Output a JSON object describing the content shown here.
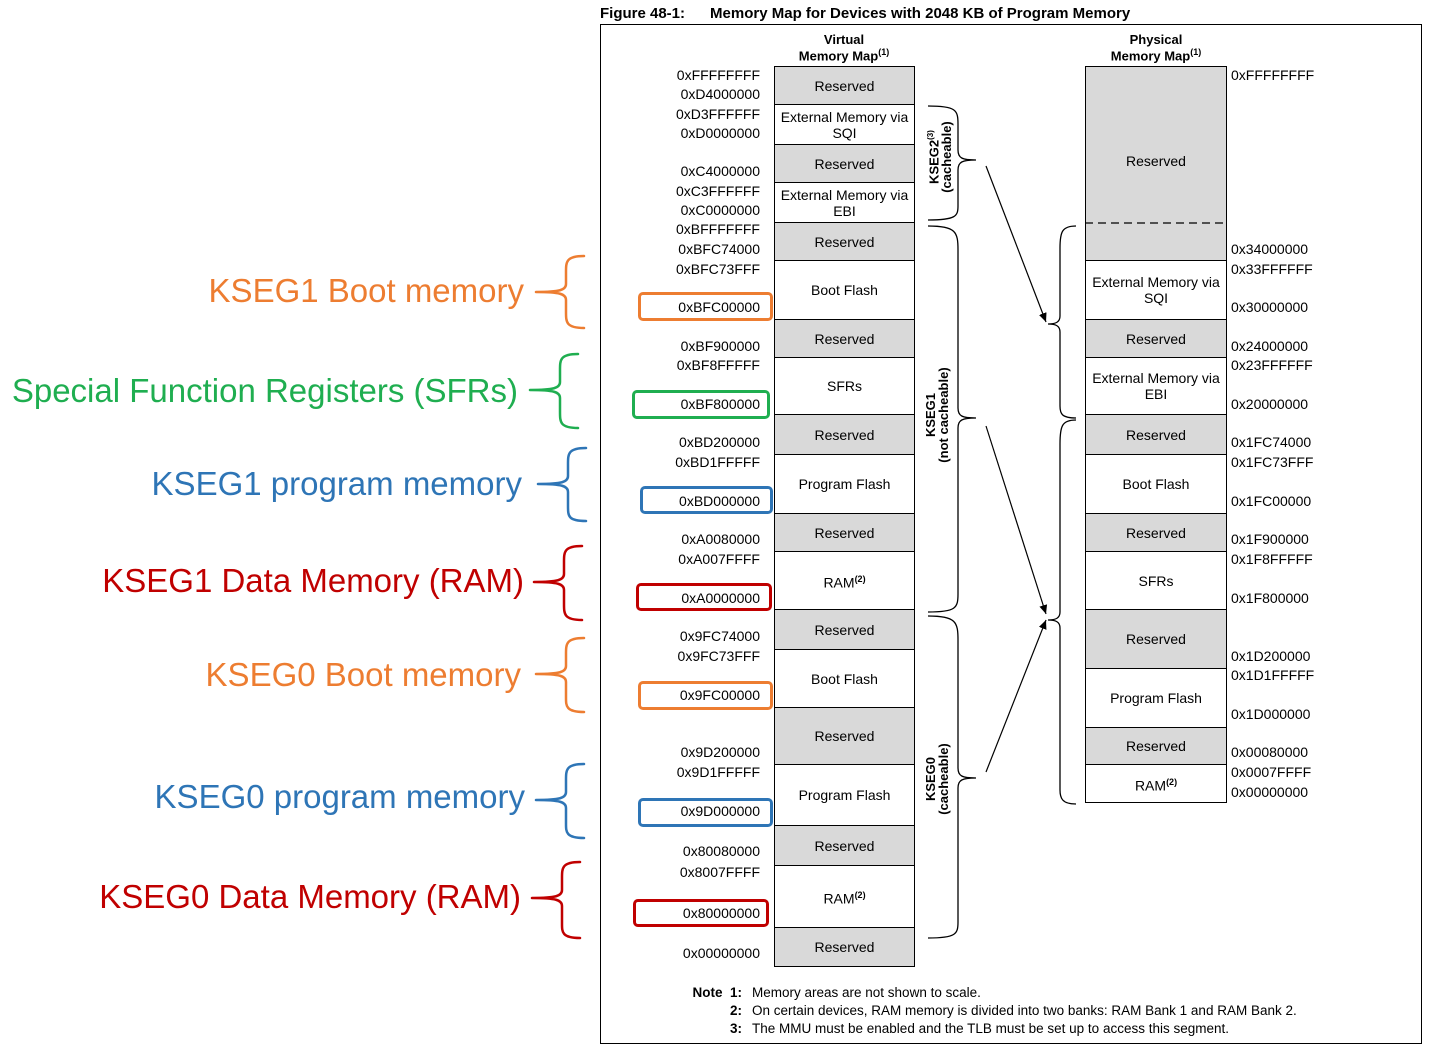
{
  "figure": {
    "number": "Figure 48-1:",
    "title": "Memory Map for Devices with 2048 KB of Program Memory"
  },
  "virtual": {
    "heading_line1": "Virtual",
    "heading_line2": "Memory Map",
    "heading_note": "(1)",
    "blocks": {
      "reserved": "Reserved",
      "ext_sqi_line1": "External Memory via",
      "ext_sqi_line2": "SQI",
      "ext_ebi_line1": "External Memory via",
      "ext_ebi_line2": "EBI",
      "boot_flash": "Boot Flash",
      "sfrs": "SFRs",
      "program_flash": "Program Flash",
      "ram": "RAM",
      "ram_note": "(2)"
    },
    "addresses": {
      "a01": "0xFFFFFFFF",
      "a02": "0xD4000000",
      "a03": "0xD3FFFFFF",
      "a04": "0xD0000000",
      "a05": "0xC4000000",
      "a06": "0xC3FFFFFF",
      "a07": "0xC0000000",
      "a08": "0xBFFFFFFF",
      "a09": "0xBFC74000",
      "a10": "0xBFC73FFF",
      "a11": "0xBFC00000",
      "a12": "0xBF900000",
      "a13": "0xBF8FFFFF",
      "a14": "0xBF800000",
      "a15": "0xBD200000",
      "a16": "0xBD1FFFFF",
      "a17": "0xBD000000",
      "a18": "0xA0080000",
      "a19": "0xA007FFFF",
      "a20": "0xA0000000",
      "a21": "0x9FC74000",
      "a22": "0x9FC73FFF",
      "a23": "0x9FC00000",
      "a24": "0x9D200000",
      "a25": "0x9D1FFFFF",
      "a26": "0x9D000000",
      "a27": "0x80080000",
      "a28": "0x8007FFFF",
      "a29": "0x80000000",
      "a30": "0x00000000"
    }
  },
  "segments": {
    "kseg2_line1": "KSEG2",
    "kseg2_note": "(3)",
    "kseg2_line2": "(cacheable)",
    "kseg1_line1": "KSEG1",
    "kseg1_line2": "(not cacheable)",
    "kseg0_line1": "KSEG0",
    "kseg0_line2": "(cacheable)"
  },
  "physical": {
    "heading_line1": "Physical",
    "heading_line2": "Memory Map",
    "heading_note": "(1)",
    "blocks": {
      "reserved": "Reserved",
      "ext_sqi_line1": "External Memory via",
      "ext_sqi_line2": "SQI",
      "ext_ebi_line1": "External Memory via",
      "ext_ebi_line2": "EBI",
      "boot_flash": "Boot Flash",
      "sfrs": "SFRs",
      "program_flash": "Program Flash",
      "ram": "RAM",
      "ram_note": "(2)"
    },
    "addresses": {
      "p01": "0xFFFFFFFF",
      "p02": "0x34000000",
      "p03": "0x33FFFFFF",
      "p04": "0x30000000",
      "p05": "0x24000000",
      "p06": "0x23FFFFFF",
      "p07": "0x20000000",
      "p08": "0x1FC74000",
      "p09": "0x1FC73FFF",
      "p10": "0x1FC00000",
      "p11": "0x1F900000",
      "p12": "0x1F8FFFFF",
      "p13": "0x1F800000",
      "p14": "0x1D200000",
      "p15": "0x1D1FFFFF",
      "p16": "0x1D000000",
      "p17": "0x00080000",
      "p18": "0x0007FFFF",
      "p19": "0x00000000"
    }
  },
  "annotations": {
    "kseg1_boot": "KSEG1 Boot memory",
    "sfrs": "Special Function Registers (SFRs)",
    "kseg1_program": "KSEG1 program memory",
    "kseg1_ram": "KSEG1 Data Memory (RAM)",
    "kseg0_boot": "KSEG0 Boot memory",
    "kseg0_program": "KSEG0  program memory",
    "kseg0_ram": "KSEG0 Data Memory (RAM)"
  },
  "colors": {
    "orange": "#ed7d31",
    "green": "#1fae50",
    "blue": "#2e75b6",
    "red": "#c00000",
    "reserved_fill": "#d9d9d9"
  },
  "notes": {
    "label": "Note",
    "n1_key": "1:",
    "n1_text": "Memory areas are not shown to scale.",
    "n2_key": "2:",
    "n2_text": "On certain devices, RAM memory is divided into two banks: RAM Bank 1 and RAM Bank 2.",
    "n3_key": "3:",
    "n3_text": "The MMU must be enabled and the TLB must be set up to access this segment."
  }
}
